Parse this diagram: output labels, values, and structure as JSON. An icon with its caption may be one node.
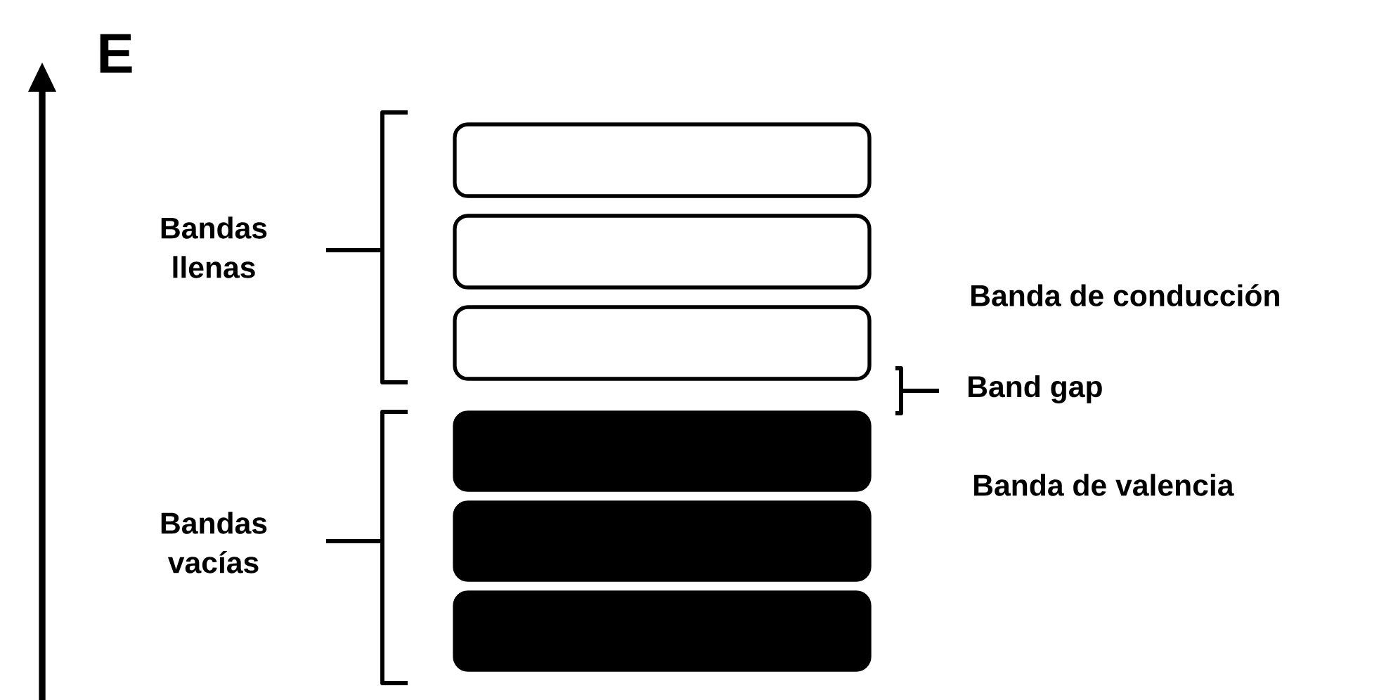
{
  "diagram": {
    "nodes": [
      {
        "text": [],
        "shape": "box"
      },
      {
        "text": [],
        "shape": "box"
      },
      {
        "text": [],
        "shape": "box"
      },
      {
        "text": [],
        "shape": "box"
      },
      {
        "text": [],
        "shape": "box"
      },
      {
        "text": [],
        "shape": "box"
      }
    ],
    "labels": [
      "E",
      "Bandas llenas",
      "Banda de conducción",
      "Band gap",
      "Banda de valencia",
      "Bandas vacías"
    ]
  }
}
